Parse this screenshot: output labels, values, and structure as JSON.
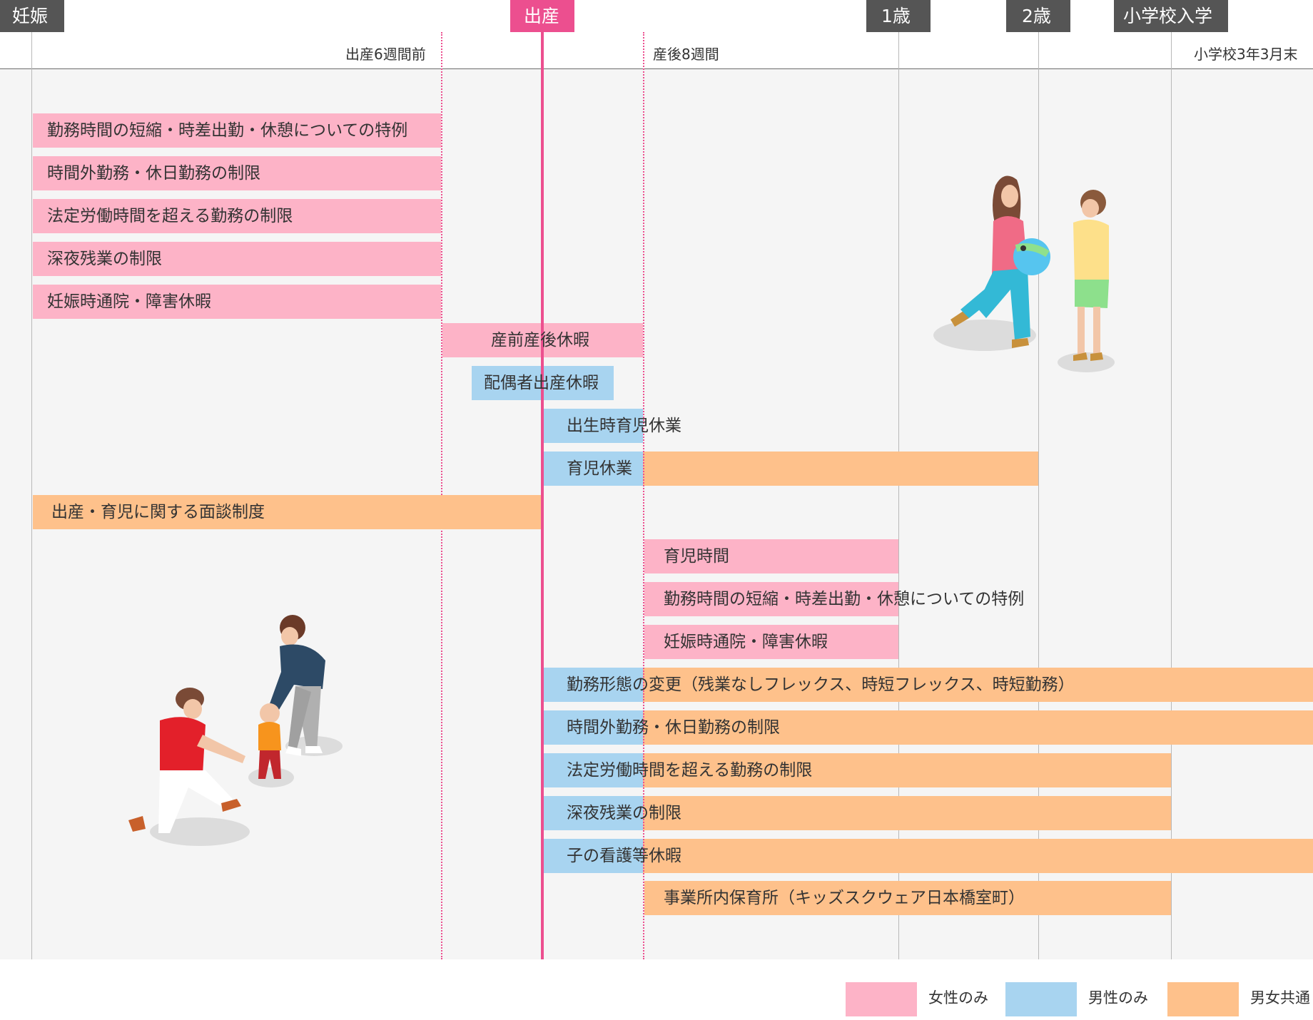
{
  "milestones": {
    "pregnancy": "妊娠",
    "birth": "出産",
    "age1": "1歳",
    "age2": "2歳",
    "school_entry": "小学校入学"
  },
  "period_labels": {
    "six_weeks_before": "出産6週間前",
    "eight_weeks_after": "産後8週間",
    "school_grade3_end": "小学校3年3月末"
  },
  "bars": {
    "b01": "勤務時間の短縮・時差出勤・休憩についての特例",
    "b02": "時間外勤務・休日勤務の制限",
    "b03": "法定労働時間を超える勤務の制限",
    "b04": "深夜残業の制限",
    "b05": "妊娠時通院・障害休暇",
    "b06": "産前産後休暇",
    "b07": "配偶者出産休暇",
    "b08": "出生時育児休業",
    "b09": "育児休業",
    "b10": "出産・育児に関する面談制度",
    "b11": "育児時間",
    "b12": "勤務時間の短縮・時差出勤・休憩についての特例",
    "b13": "妊娠時通院・障害休暇",
    "b14": "勤務形態の変更（残業なしフレックス、時短フレックス、時短勤務）",
    "b15": "時間外勤務・休日勤務の制限",
    "b16": "法定労働時間を超える勤務の制限",
    "b17": "深夜残業の制限",
    "b18": "子の看護等休暇",
    "b19": "事業所内保育所（キッズスクウェア日本橋室町）"
  },
  "legend": {
    "female_only": "女性のみ",
    "male_only": "男性のみ",
    "both": "男女共通"
  },
  "colors": {
    "female_only": "#fdb3c7",
    "male_only": "#a8d4f0",
    "both": "#fec18b",
    "birth_accent": "#ec4f8f",
    "milestone_tag": "#555555"
  }
}
